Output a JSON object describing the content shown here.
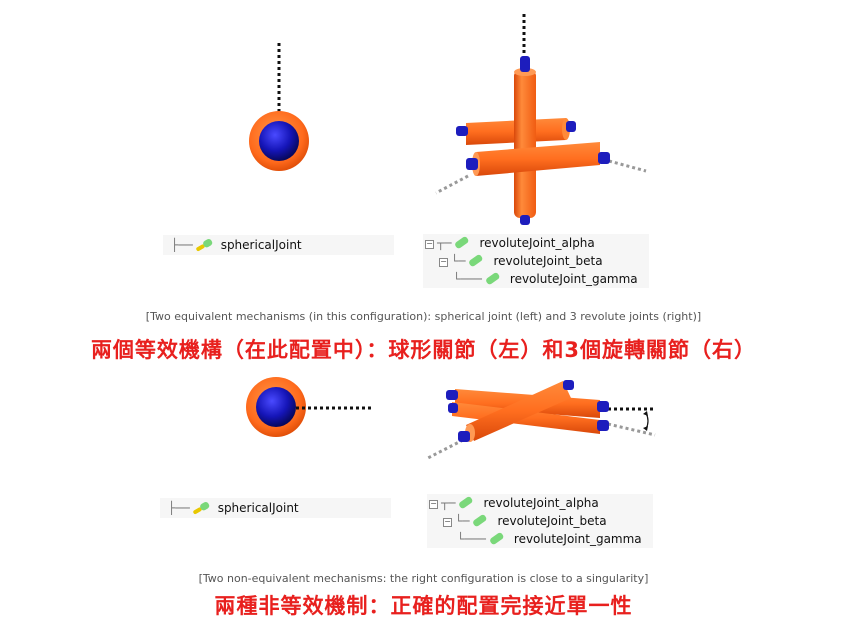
{
  "colors": {
    "sphere_outer": "#ff6a1c",
    "sphere_inner": "#1515b8",
    "cylinder": "#ff6e1f",
    "cylinder_cap": "#1d1dbd",
    "caption_cn": "#e8201e",
    "caption_en": "#555555"
  },
  "top": {
    "tree_left": {
      "items": [
        {
          "label": "sphericalJoint",
          "icon": "joint-icon"
        }
      ]
    },
    "tree_right": {
      "items": [
        {
          "label": "revoluteJoint_alpha",
          "icon": "joint-icon"
        },
        {
          "label": "revoluteJoint_beta",
          "icon": "joint-icon"
        },
        {
          "label": "revoluteJoint_gamma",
          "icon": "joint-icon"
        }
      ]
    },
    "caption_en": "[Two equivalent mechanisms (in this configuration): spherical joint (left) and 3 revolute joints (right)]",
    "caption_cn": "兩個等效機構（在此配置中）：球形關節（左）和3個旋轉關節（右）"
  },
  "bottom": {
    "tree_left": {
      "items": [
        {
          "label": "sphericalJoint",
          "icon": "joint-icon"
        }
      ]
    },
    "tree_right": {
      "items": [
        {
          "label": "revoluteJoint_alpha",
          "icon": "joint-icon"
        },
        {
          "label": "revoluteJoint_beta",
          "icon": "joint-icon"
        },
        {
          "label": "revoluteJoint_gamma",
          "icon": "joint-icon"
        }
      ]
    },
    "caption_en": "[Two non-equivalent mechanisms: the right configuration is close to a singularity]",
    "caption_cn": "兩種非等效機制：正確的配置完接近單一性"
  }
}
